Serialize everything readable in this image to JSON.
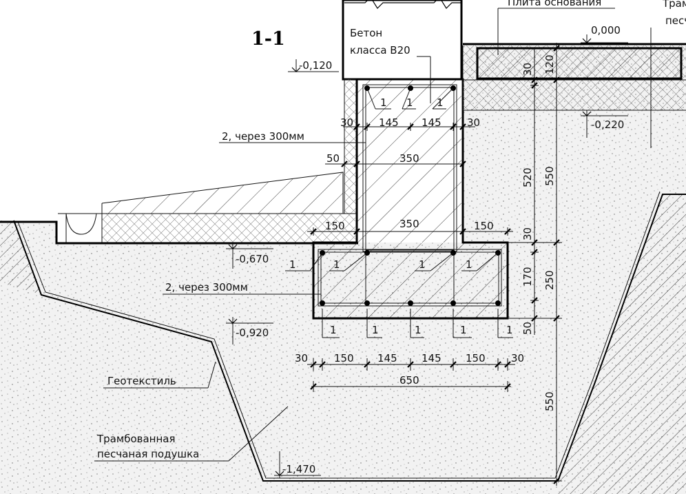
{
  "section_label": "1-1",
  "labels": {
    "concrete_line1": "Бетон",
    "concrete_line2": "класса В20",
    "base_slab": "Плита основания",
    "right_cut_1": "Трам",
    "right_cut_2": "песч",
    "geotextile": "Геотекстиль",
    "sand_line1": "Трамбованная",
    "sand_line2": "песчаная подушка",
    "rebar_spacing_upper": "2, через  300мм",
    "rebar_spacing_lower": "2, через  300мм",
    "bar_mark": "1"
  },
  "levels": {
    "l_000": "0,000",
    "l_m0120": "-0,120",
    "l_m0220": "-0,220",
    "l_m0670": "-0,670",
    "l_m0920": "-0,920",
    "l_m1470": "-1,470"
  },
  "dims": {
    "d30": "30",
    "d145": "145",
    "d50": "50",
    "d350": "350",
    "d150": "150",
    "d650": "650",
    "d120": "120",
    "d520": "520",
    "d550": "550",
    "d170": "170",
    "d250": "250"
  },
  "colors": {
    "sand_fill": "#f1f1f1",
    "line": "#000000"
  }
}
